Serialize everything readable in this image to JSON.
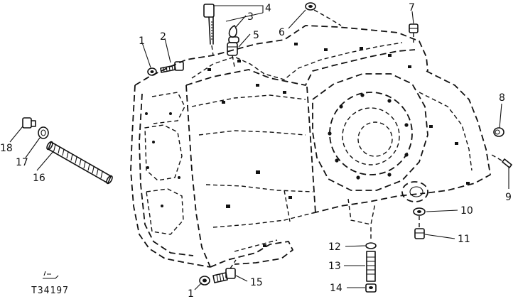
{
  "figure_code": "T34197",
  "callouts": [
    {
      "id": "c1a",
      "text": "1"
    },
    {
      "id": "c2",
      "text": "2"
    },
    {
      "id": "c3",
      "text": "3"
    },
    {
      "id": "c4",
      "text": "4"
    },
    {
      "id": "c5",
      "text": "5"
    },
    {
      "id": "c6",
      "text": "6"
    },
    {
      "id": "c7",
      "text": "7"
    },
    {
      "id": "c8",
      "text": "8"
    },
    {
      "id": "c9",
      "text": "9"
    },
    {
      "id": "c10",
      "text": "10"
    },
    {
      "id": "c11",
      "text": "11"
    },
    {
      "id": "c12",
      "text": "12"
    },
    {
      "id": "c13",
      "text": "13"
    },
    {
      "id": "c14",
      "text": "14"
    },
    {
      "id": "c15",
      "text": "15"
    },
    {
      "id": "c16",
      "text": "16"
    },
    {
      "id": "c17",
      "text": "17"
    },
    {
      "id": "c18",
      "text": "18"
    },
    {
      "id": "c1b",
      "text": "1"
    }
  ]
}
